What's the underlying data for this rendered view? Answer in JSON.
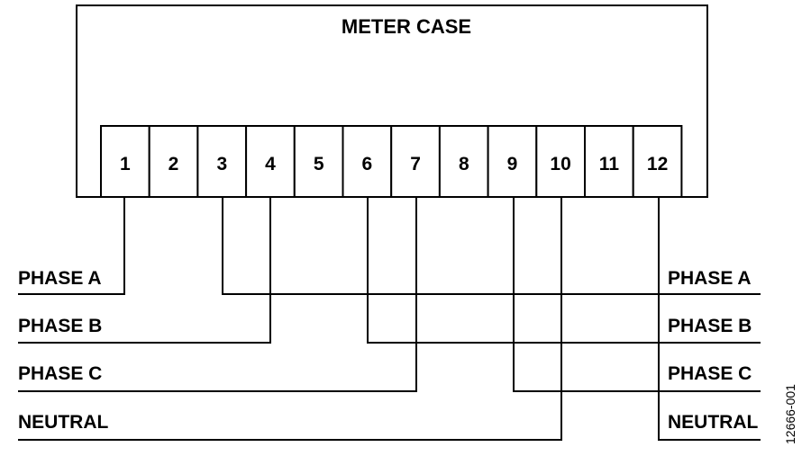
{
  "meter_case": {
    "title": "METER CASE"
  },
  "terminals": [
    "1",
    "2",
    "3",
    "4",
    "5",
    "6",
    "7",
    "8",
    "9",
    "10",
    "11",
    "12"
  ],
  "left_lines": [
    {
      "label": "PHASE A",
      "terminal": "1"
    },
    {
      "label": "PHASE B",
      "terminal": "4"
    },
    {
      "label": "PHASE C",
      "terminal": "7"
    },
    {
      "label": "NEUTRAL",
      "terminal": "10"
    }
  ],
  "right_lines": [
    {
      "label": "PHASE A",
      "terminal": "3"
    },
    {
      "label": "PHASE B",
      "terminal": "6"
    },
    {
      "label": "PHASE C",
      "terminal": "9"
    },
    {
      "label": "NEUTRAL",
      "terminal": "12"
    }
  ],
  "figure_id": "12666-001"
}
